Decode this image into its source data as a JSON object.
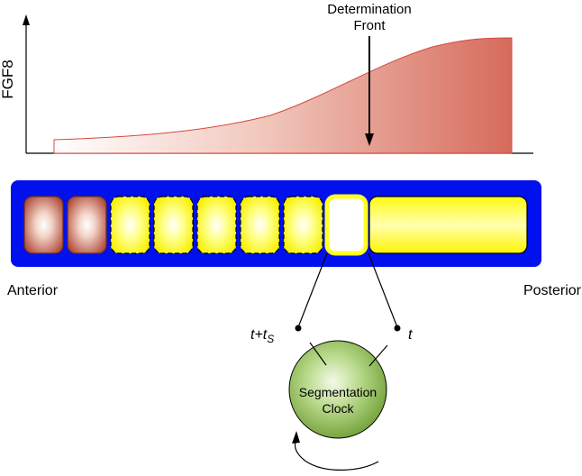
{
  "gradient_plot": {
    "y_label": "FGF8",
    "front_label_line1": "Determination",
    "front_label_line2": "Front"
  },
  "embryo": {
    "anterior_label": "Anterior",
    "posterior_label": "Posterior",
    "somites_formed": 2,
    "presomitic_blocks": 6,
    "highlighted_block_index": 5
  },
  "clock": {
    "label_line1": "Segmentation",
    "label_line2": "Clock",
    "time_left_label": "t+t",
    "time_left_subscript": "S",
    "time_right_label": "t"
  },
  "colors": {
    "fgf8_fill_dark": "#d66b5c",
    "somite_red": "#c2614f",
    "psm_yellow": "#ffff33",
    "embryo_blue": "#0011ee",
    "clock_green": "#86b84a"
  }
}
